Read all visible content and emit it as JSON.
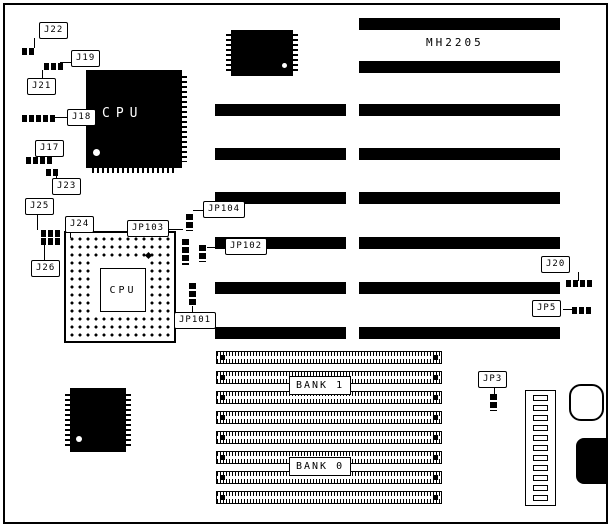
{
  "diagram": {
    "model": "MH2205",
    "qfp_cpu": "CPU",
    "pga_cpu": "CPU",
    "bank1": "BANK 1",
    "bank0": "BANK 0",
    "jumpers": {
      "j17": "J17",
      "j18": "J18",
      "j19": "J19",
      "j20": "J20",
      "j21": "J21",
      "j22": "J22",
      "j23": "J23",
      "j24": "J24",
      "j25": "J25",
      "j26": "J26",
      "jp101": "JP101",
      "jp102": "JP102",
      "jp103": "JP103",
      "jp104": "JP104",
      "jp3": "JP3",
      "jp5": "JP5"
    },
    "colors": {
      "ink": "#000000",
      "paper": "#ffffff"
    }
  }
}
